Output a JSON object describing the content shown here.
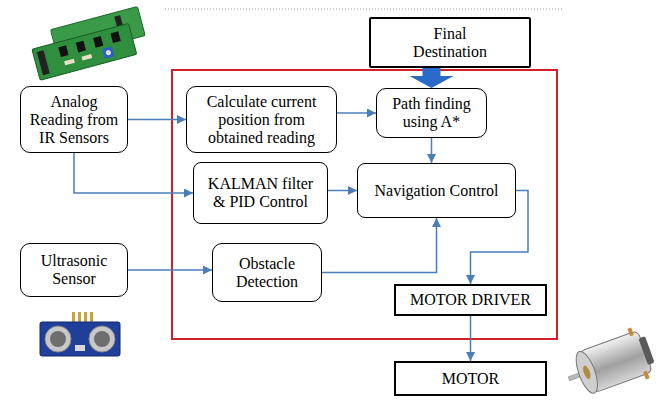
{
  "diagram": {
    "nodes": [
      {
        "text": [
          "Final Destination"
        ]
      },
      {
        "text": [
          "Analog Reading from IR Sensors"
        ]
      },
      {
        "text": [
          "Calculate current position from obtained reading"
        ]
      },
      {
        "text": [
          "Path finding using A*"
        ]
      },
      {
        "text": [
          "KALMAN filter & PID Control"
        ]
      },
      {
        "text": [
          "Navigation Control"
        ]
      },
      {
        "text": [
          "Ultrasonic Sensor"
        ]
      },
      {
        "text": [
          "Obstacle Detection"
        ]
      },
      {
        "text": [
          "MOTOR DRIVER"
        ]
      },
      {
        "text": [
          "MOTOR"
        ]
      }
    ],
    "edges": [
      {
        "from": 1,
        "to": 2,
        "arrow": "to"
      },
      {
        "from": 2,
        "to": 3,
        "arrow": "to"
      },
      {
        "from": 0,
        "to": 3,
        "arrow": "to"
      },
      {
        "from": 3,
        "to": 5,
        "arrow": "to"
      },
      {
        "from": 1,
        "to": 4,
        "arrow": "to"
      },
      {
        "from": 4,
        "to": 5,
        "arrow": "to"
      },
      {
        "from": 6,
        "to": 7,
        "arrow": "to"
      },
      {
        "from": 7,
        "to": 5,
        "arrow": "to"
      },
      {
        "from": 5,
        "to": 8,
        "arrow": "to"
      },
      {
        "from": 8,
        "to": 9,
        "arrow": "to"
      }
    ]
  }
}
